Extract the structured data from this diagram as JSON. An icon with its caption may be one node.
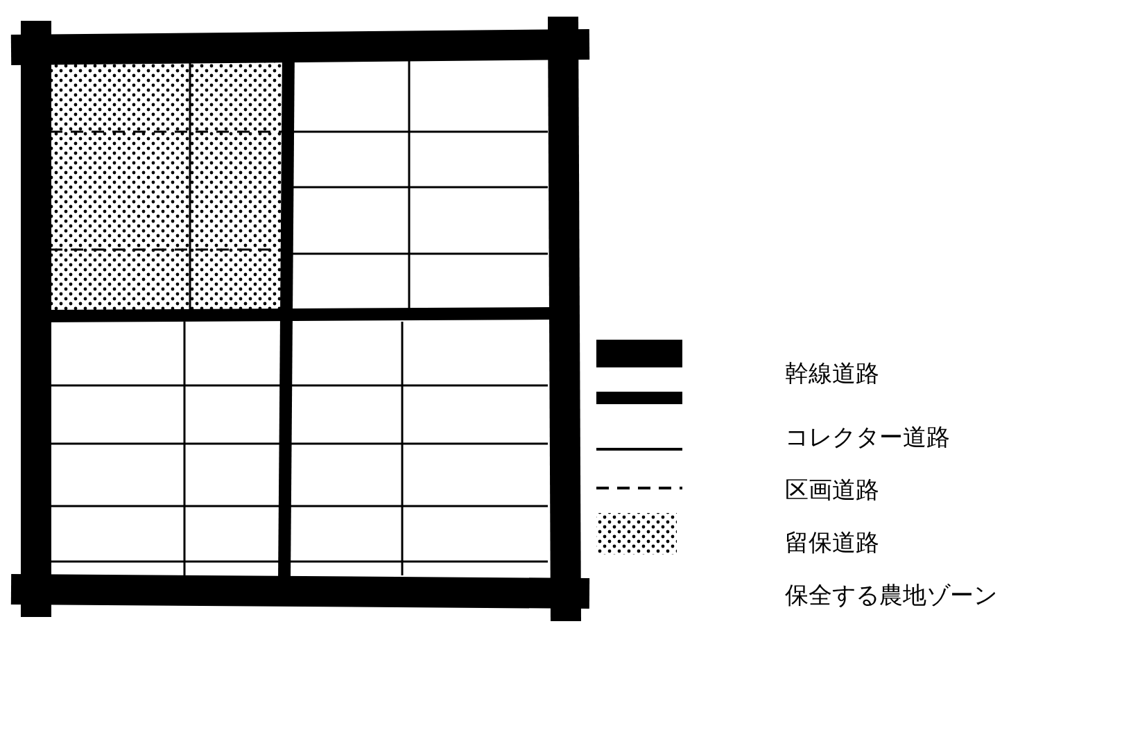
{
  "diagram": {
    "legend": [
      {
        "text": "幹線道路"
      },
      {
        "text": "コレクター道路"
      },
      {
        "text": "区画道路"
      },
      {
        "text": "留保道路"
      },
      {
        "text": "保全する農地ゾーン"
      }
    ]
  }
}
